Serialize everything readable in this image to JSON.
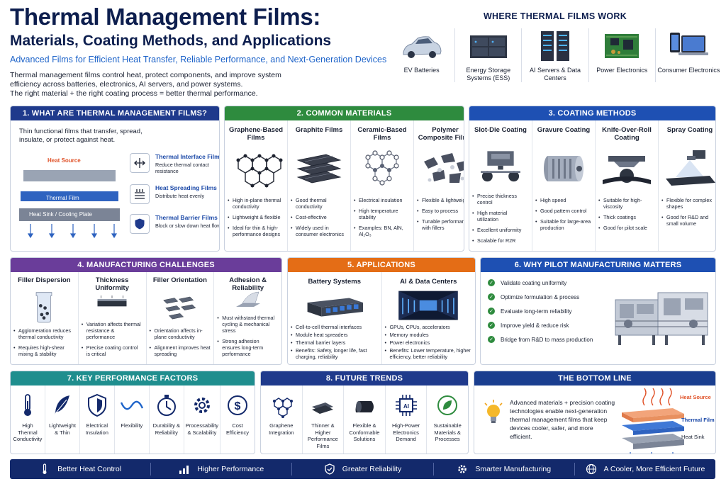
{
  "header": {
    "title_line1": "Thermal Management Films:",
    "title_line2": "Materials, Coating Methods, and Applications",
    "subtitle": "Advanced Films for Efficient Heat Transfer, Reliable Performance, and Next-Generation Devices",
    "intro": "Thermal management films control heat, protect components, and improve system efficiency across batteries, electronics, AI servers, and power systems.",
    "tagline": "The right material + the right coating process = better thermal performance."
  },
  "where": {
    "title": "WHERE THERMAL FILMS WORK",
    "items": [
      {
        "label": "EV Batteries",
        "icon": "electric-car-icon"
      },
      {
        "label": "Energy Storage Systems (ESS)",
        "icon": "battery-rack-icon"
      },
      {
        "label": "AI Servers & Data Centers",
        "icon": "server-rack-icon"
      },
      {
        "label": "Power Electronics",
        "icon": "circuit-board-icon"
      },
      {
        "label": "Consumer Electronics",
        "icon": "devices-icon"
      }
    ]
  },
  "p1": {
    "title": "1. WHAT ARE THERMAL MANAGEMENT FILMS?",
    "lead": "Thin functional films that transfer, spread, insulate, or protect against heat.",
    "stack": {
      "heat_source": "Heat Source",
      "film": "Thermal Film",
      "sink": "Heat Sink / Cooling Plate"
    },
    "types": [
      {
        "name": "Thermal Interface Films",
        "desc": "Reduce thermal contact resistance"
      },
      {
        "name": "Heat Spreading Films",
        "desc": "Distribute heat evenly"
      },
      {
        "name": "Thermal Barrier Films",
        "desc": "Block or slow down heat flow"
      }
    ]
  },
  "p2": {
    "title": "2. COMMON MATERIALS",
    "cols": [
      {
        "name": "Graphene-Based Films",
        "bullets": [
          "High in-plane thermal conductivity",
          "Lightweight & flexible",
          "Ideal for thin & high-performance designs"
        ]
      },
      {
        "name": "Graphite Films",
        "bullets": [
          "Good thermal conductivity",
          "Cost-effective",
          "Widely used in consumer electronics"
        ]
      },
      {
        "name": "Ceramic-Based Films",
        "bullets": [
          "Electrical insulation",
          "High temperature stability",
          "Examples: BN, AlN, Al₂O₃"
        ]
      },
      {
        "name": "Polymer Composite Films",
        "bullets": [
          "Flexible & lightweight",
          "Easy to process",
          "Tunable performance with fillers"
        ]
      }
    ]
  },
  "p3": {
    "title": "3. COATING METHODS",
    "cols": [
      {
        "name": "Slot-Die Coating",
        "bullets": [
          "Precise thickness control",
          "High material utilization",
          "Excellent uniformity",
          "Scalable for R2R"
        ]
      },
      {
        "name": "Gravure Coating",
        "bullets": [
          "High speed",
          "Good pattern control",
          "Suitable for large-area production"
        ]
      },
      {
        "name": "Knife-Over-Roll Coating",
        "bullets": [
          "Suitable for high-viscosity",
          "Thick coatings",
          "Good for pilot scale"
        ]
      },
      {
        "name": "Spray Coating",
        "bullets": [
          "Flexible for complex shapes",
          "Good for R&D and small volume"
        ]
      }
    ]
  },
  "p4": {
    "title": "4. MANUFACTURING CHALLENGES",
    "cols": [
      {
        "name": "Filler Dispersion",
        "bullets": [
          "Agglomeration reduces thermal conductivity",
          "Requires high-shear mixing & stability"
        ]
      },
      {
        "name": "Thickness Uniformity",
        "bullets": [
          "Variation affects thermal resistance & performance",
          "Precise coating control is critical"
        ]
      },
      {
        "name": "Filler Orientation",
        "bullets": [
          "Orientation affects in-plane conductivity",
          "Alignment improves heat spreading"
        ]
      },
      {
        "name": "Adhesion & Reliability",
        "bullets": [
          "Must withstand thermal cycling & mechanical stress",
          "Strong adhesion ensures long-term performance"
        ]
      }
    ]
  },
  "p5": {
    "title": "5. APPLICATIONS",
    "cols": [
      {
        "name": "Battery Systems",
        "bullets": [
          "Cell-to-cell thermal interfaces",
          "Module heat spreaders",
          "Thermal barrier layers",
          "Benefits: Safety, longer life, fast charging, reliability"
        ]
      },
      {
        "name": "AI & Data Centers",
        "bullets": [
          "GPUs, CPUs, accelerators",
          "Memory modules",
          "Power electronics",
          "Benefits: Lower temperature, higher efficiency, better reliability"
        ]
      }
    ]
  },
  "p6": {
    "title": "6. WHY PILOT MANUFACTURING MATTERS",
    "items": [
      "Validate coating uniformity",
      "Optimize formulation & process",
      "Evaluate long-term reliability",
      "Improve yield & reduce risk",
      "Bridge from R&D to mass production"
    ]
  },
  "p7": {
    "title": "7. KEY PERFORMANCE FACTORS",
    "items": [
      {
        "label": "High Thermal Conductivity",
        "icon": "thermometer-icon"
      },
      {
        "label": "Lightweight & Thin",
        "icon": "feather-icon"
      },
      {
        "label": "Electrical Insulation",
        "icon": "shield-icon"
      },
      {
        "label": "Flexibility",
        "icon": "wave-icon"
      },
      {
        "label": "Durability & Reliability",
        "icon": "stopwatch-icon"
      },
      {
        "label": "Processability & Scalability",
        "icon": "gear-icon"
      },
      {
        "label": "Cost Efficiency",
        "icon": "dollar-icon"
      }
    ]
  },
  "p8": {
    "title": "8. FUTURE TRENDS",
    "items": [
      {
        "label": "Graphene Integration",
        "icon": "hexagon-network-icon"
      },
      {
        "label": "Thinner & Higher Performance Films",
        "icon": "film-sheet-icon"
      },
      {
        "label": "Flexible & Conformable Solutions",
        "icon": "film-roll-icon"
      },
      {
        "label": "High-Power Electronics Demand",
        "icon": "ai-chip-icon"
      },
      {
        "label": "Sustainable Materials & Processes",
        "icon": "recycle-leaf-icon"
      }
    ]
  },
  "bottom": {
    "title": "THE BOTTOM LINE",
    "text": "Advanced materials + precision coating technologies enable next-generation thermal management films that keep devices cooler, safer, and more efficient.",
    "heat_source": "Heat Source",
    "film": "Thermal Film",
    "sink": "Heat Sink"
  },
  "footer": [
    {
      "label": "Better Heat Control",
      "icon": "thermometer-icon"
    },
    {
      "label": "Higher Performance",
      "icon": "bar-chart-icon"
    },
    {
      "label": "Greater Reliability",
      "icon": "shield-check-icon"
    },
    {
      "label": "Smarter Manufacturing",
      "icon": "gear-icon"
    },
    {
      "label": "A Cooler, More Efficient Future",
      "icon": "globe-icon"
    }
  ]
}
